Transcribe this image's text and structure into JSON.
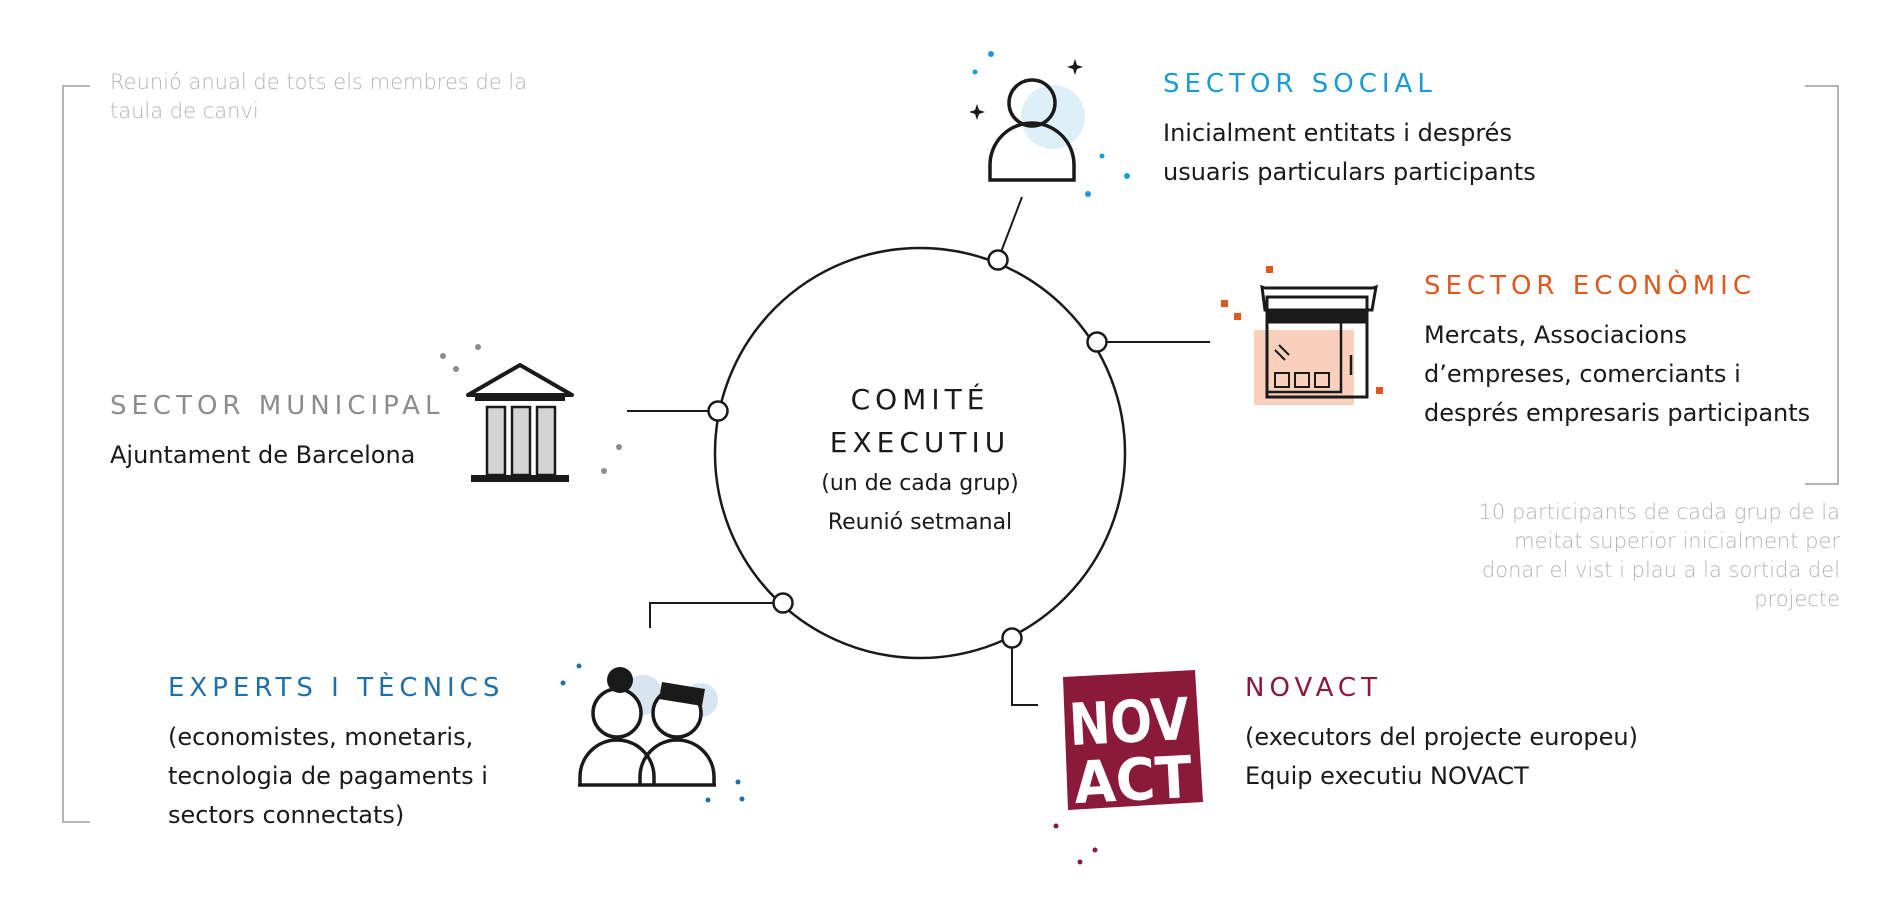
{
  "colors": {
    "social": "#1a9bd7",
    "economic": "#e0581e",
    "municipal": "#8c8c8c",
    "experts": "#1f6faa",
    "novact": "#8b1a3a",
    "note": "#b4b4b4",
    "line": "#1a1a1a"
  },
  "notes": {
    "top_left": "Reunió anual de tots els membres de la taula de canvi",
    "bottom_right": "10 participants de cada grup de la meitat superior inicialment per donar el vist i plau a la sortida del projecte"
  },
  "center": {
    "title_line1": "COMITÉ",
    "title_line2": "EXECUTIU",
    "subtitle_line1": "(un de cada grup)",
    "subtitle_line2": "Reunió setmanal"
  },
  "groups": {
    "social": {
      "title": "SECTOR SOCIAL",
      "line1": "Inicialment entitats i després",
      "line2": "usuaris particulars participants",
      "icon": "person-icon"
    },
    "economic": {
      "title": "SECTOR ECONÒMIC",
      "line1": "Mercats, Associacions",
      "line2": "d’empreses, comerciants i",
      "line3": "després empresaris participants",
      "icon": "shop-icon"
    },
    "municipal": {
      "title": "SECTOR MUNICIPAL",
      "line1": "Ajuntament de Barcelona",
      "icon": "city-hall-icon"
    },
    "experts": {
      "title": "EXPERTS I TÈCNICS",
      "line1": "(economistes, monetaris,",
      "line2": "tecnologia de pagaments i",
      "line3": "sectors connectats)",
      "icon": "two-people-icon"
    },
    "novact": {
      "title": "NOVACT",
      "line1": "(executors del projecte europeu)",
      "line2": "Equip executiu NOVACT",
      "icon": "novact-logo",
      "logo_line1": "NOV",
      "logo_line2": "ACT"
    }
  }
}
